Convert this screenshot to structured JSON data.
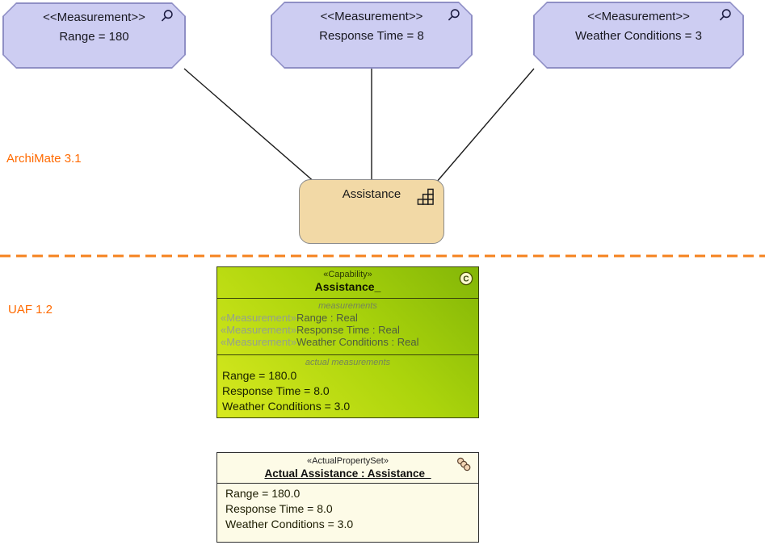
{
  "colors": {
    "measurement_fill": "#cdcdf2",
    "measurement_border": "#8f8fc5",
    "capability_fill": "#f2d9a6",
    "uaf_green_light": "#d8e91f",
    "uaf_green_dark": "#83b607",
    "cream_fill": "#fdfbe7",
    "orange_accent": "#ff6a00",
    "connector_line": "#1c1c1c"
  },
  "archimate": {
    "version_label": "ArchiMate 3.1",
    "nodes": [
      {
        "stereotype": "<<Measurement>>",
        "name": "Range = 180"
      },
      {
        "stereotype": "<<Measurement>>",
        "name": "Response Time = 8"
      },
      {
        "stereotype": "<<Measurement>>",
        "name": "Weather Conditions = 3"
      }
    ],
    "capability": {
      "name": "Assistance"
    }
  },
  "uaf": {
    "version_label": "UAF 1.2",
    "capability": {
      "stereotype": "«Capability»",
      "name": "Assistance_",
      "measurements_label": "measurements",
      "measurements": [
        {
          "stereotype": "«Measurement»",
          "text": "Range : Real"
        },
        {
          "stereotype": "«Measurement»",
          "text": "Response Time : Real"
        },
        {
          "stereotype": "«Measurement»",
          "text": "Weather Conditions : Real"
        }
      ],
      "actual_label": "actual measurements",
      "actual": [
        "Range = 180.0",
        "Response Time = 8.0",
        "Weather Conditions = 3.0"
      ]
    },
    "actual_property_set": {
      "stereotype": "«ActualPropertySet»",
      "title": "Actual Assistance : Assistance_",
      "rows": [
        "Range = 180.0",
        "Response Time = 8.0",
        "Weather Conditions = 3.0"
      ]
    }
  },
  "icons": {
    "magnifier": "magnifier-icon",
    "capability_staircase": "capability-staircase-icon",
    "circled_c": "circled-c-icon",
    "property_set_chain": "property-set-icon"
  }
}
